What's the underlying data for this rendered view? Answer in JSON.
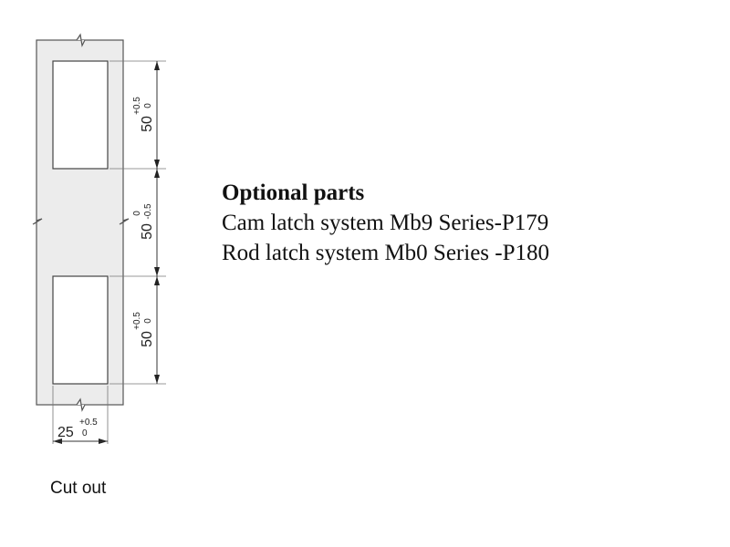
{
  "drawing": {
    "dimensions": {
      "top_opening": {
        "value": "50",
        "upper_tol": "+0.5",
        "lower_tol": "0"
      },
      "middle_gap": {
        "value": "50",
        "upper_tol": "0",
        "lower_tol": "-0.5"
      },
      "bottom_opening": {
        "value": "50",
        "upper_tol": "+0.5",
        "lower_tol": "0"
      },
      "width": {
        "value": "25",
        "upper_tol": "+0.5",
        "lower_tol": "0"
      }
    },
    "colors": {
      "panel_fill": "#ececec",
      "line": "#555555",
      "opening_fill": "#ffffff"
    }
  },
  "info": {
    "title": "Optional parts",
    "items": [
      "Cam latch system Mb9 Series-P179",
      "Rod latch system Mb0 Series -P180"
    ]
  },
  "caption": "Cut out"
}
